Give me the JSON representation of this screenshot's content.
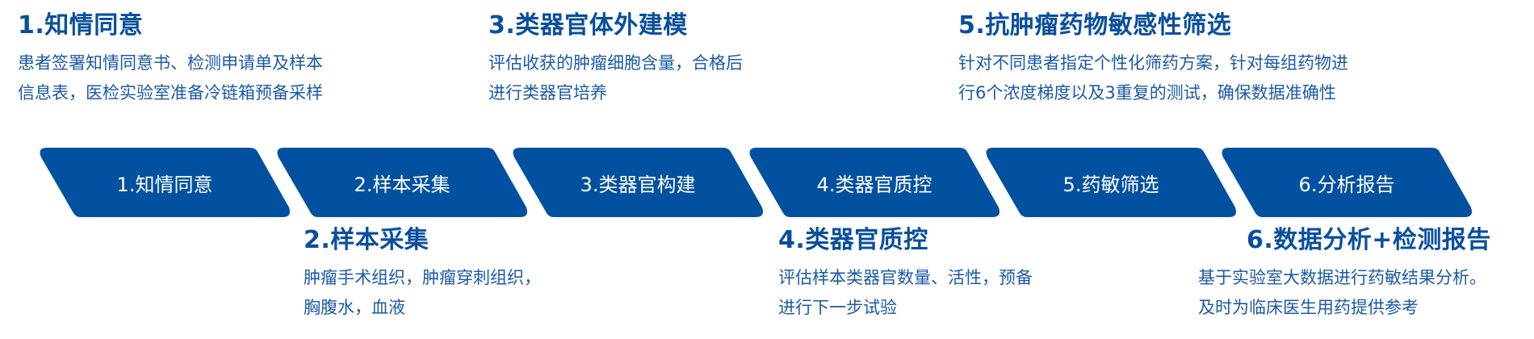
{
  "colors": {
    "shape_fill": "#0251a1",
    "title_text": "#0a4f9e",
    "desc_text": "#1c5aa6",
    "label_text": "#ffffff"
  },
  "top_blocks": [
    {
      "title": "1.知情同意",
      "lines": [
        "患者签署知情同意书、检测申请单及样本",
        "信息表，医检实验室准备冷链箱预备采样"
      ]
    },
    {
      "title": "3.类器官体外建模",
      "lines": [
        "评估收获的肿瘤细胞含量，合格后",
        "进行类器官培养"
      ]
    },
    {
      "title": "5.抗肿瘤药物敏感性筛选",
      "lines": [
        "针对不同患者指定个性化筛药方案，针对每组药物进",
        "行6个浓度梯度以及3重复的测试，确保数据准确性"
      ]
    }
  ],
  "bottom_blocks": [
    {
      "title": "2.样本采集",
      "lines": [
        "肿瘤手术组织，肿瘤穿刺组织，",
        "胸腹水，血液"
      ]
    },
    {
      "title": "4.类器官质控",
      "lines": [
        "评估样本类器官数量、活性，预备",
        "进行下一步试验"
      ]
    },
    {
      "title": "6.数据分析+检测报告",
      "lines": [
        "基于实验室大数据进行药敏结果分析。",
        "及时为临床医生用药提供参考"
      ]
    }
  ],
  "steps": [
    {
      "label": "1.知情同意"
    },
    {
      "label": "2.样本采集"
    },
    {
      "label": "3.类器官构建"
    },
    {
      "label": "4.类器官质控"
    },
    {
      "label": "5.药敏筛选"
    },
    {
      "label": "6.分析报告"
    }
  ]
}
